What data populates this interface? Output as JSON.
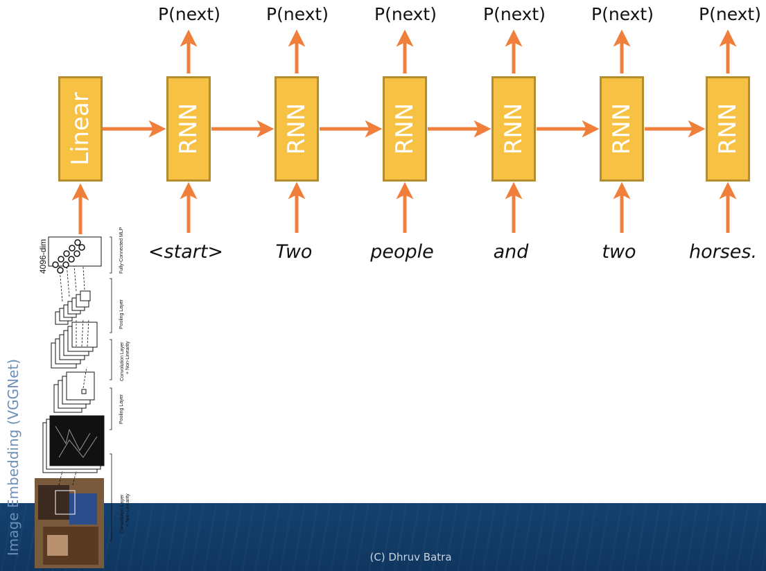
{
  "output_label": "P(next)",
  "linear_label": "Linear",
  "rnn_label": "RNN",
  "words": [
    "<start>",
    "Two",
    "people",
    "and",
    "two",
    "horses."
  ],
  "cnn": {
    "side_label": "Image Embedding (VGGNet)",
    "dim_label": "4096-dim",
    "layers": {
      "fc": "Fully-Connected MLP",
      "pool2": "Pooling Layer",
      "conv2_line1": "Convolution Layer",
      "conv2_line2": "+ Non-Linearity",
      "pool1": "Pooling Layer",
      "conv1_line1": "Convolution Layer",
      "conv1_line2": "+ Non-Linearity"
    }
  },
  "footer": {
    "credit": "(C) Dhruv Batra"
  },
  "colors": {
    "box_fill": "#f7c243",
    "box_border": "#b38d2e",
    "arrow": "#f07f3c",
    "footer": "#14416f"
  }
}
